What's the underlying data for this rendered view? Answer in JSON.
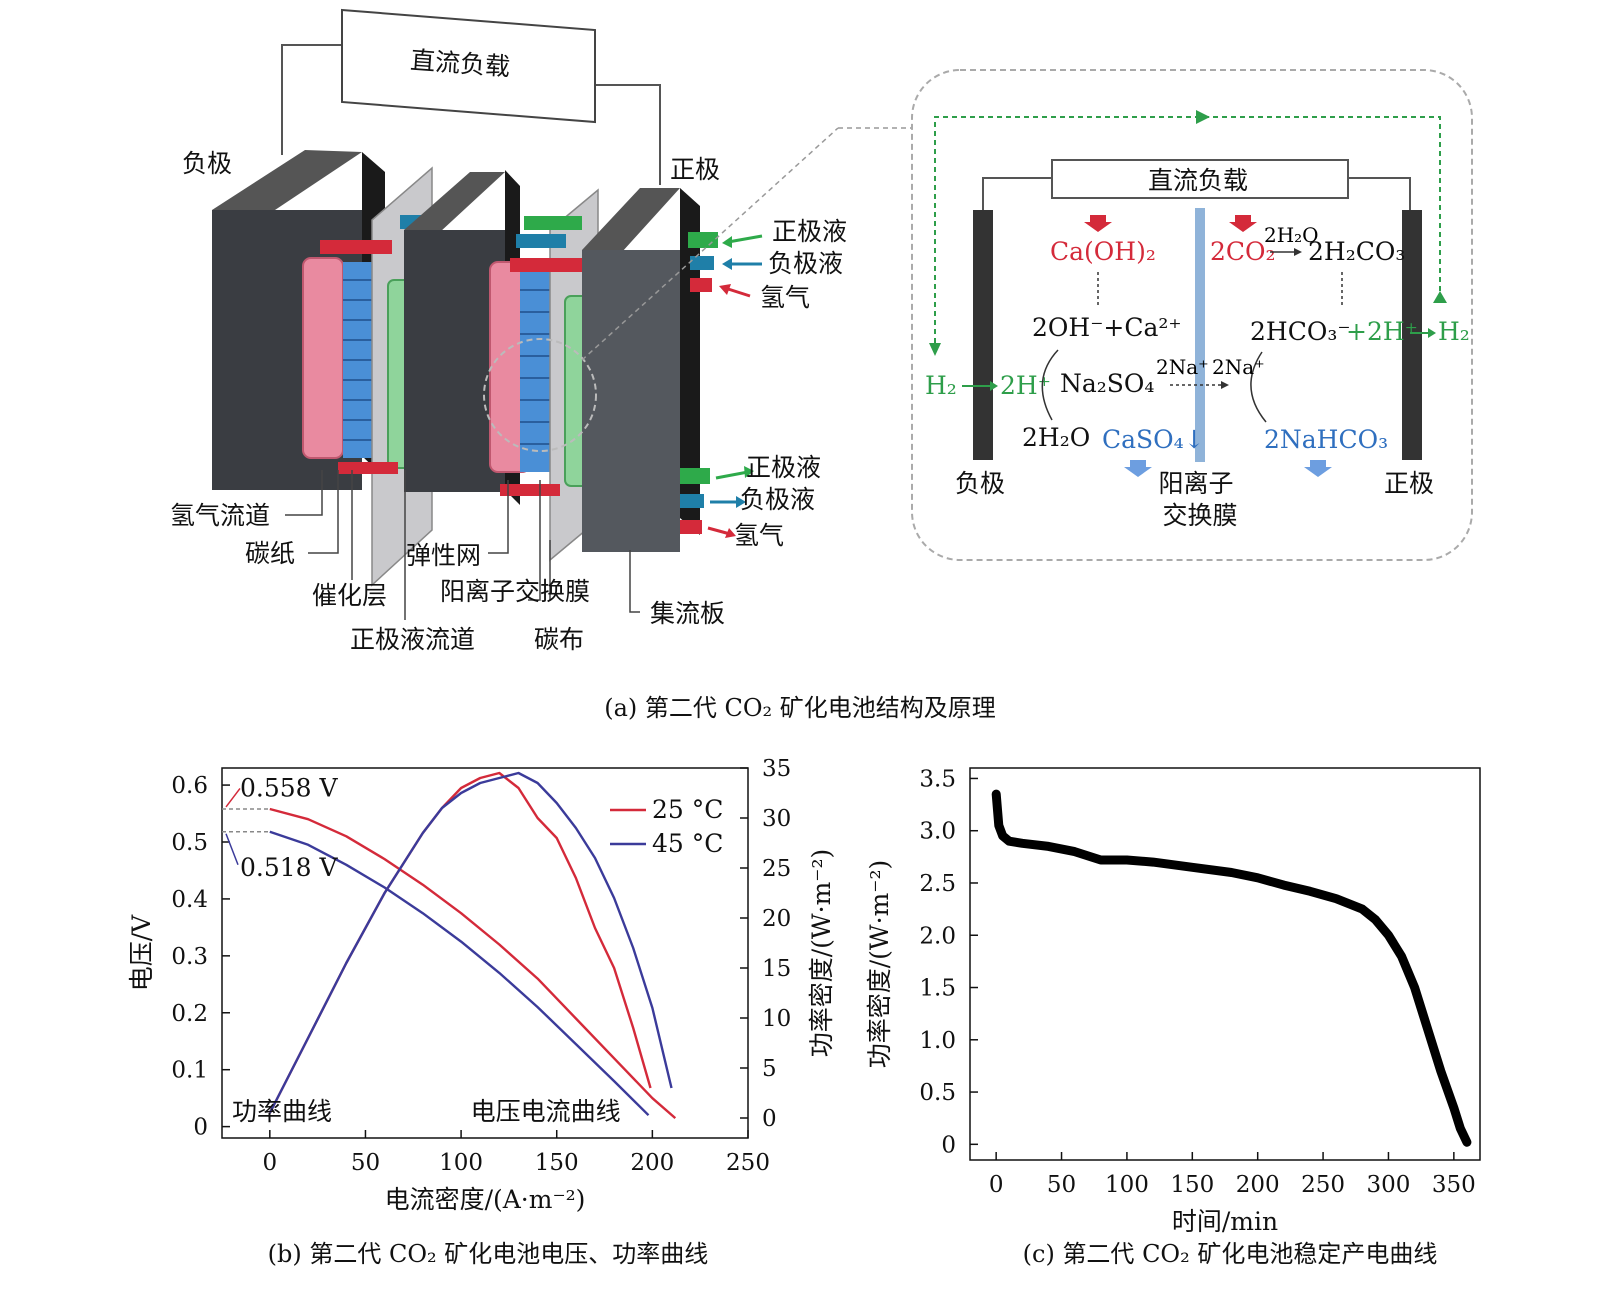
{
  "panel_a": {
    "caption": "(a) 第二代 CO₂ 矿化电池结构及原理",
    "left": {
      "dc_load": "直流负载",
      "anode": "负极",
      "cathode": "正极",
      "right_labels_top": [
        "正极液",
        "负极液",
        "氢气"
      ],
      "right_labels_bottom": [
        "正极液",
        "负极液",
        "氢气"
      ],
      "component_labels": [
        "氢气流道",
        "碳纸",
        "催化层",
        "正极液流道",
        "弹性网",
        "阳离子交换膜",
        "碳布",
        "集流板"
      ]
    },
    "right": {
      "dc_load": "直流负载",
      "anode": "负极",
      "cathode": "正极",
      "membrane": "阳离子交换膜",
      "ca_oh2": "Ca(OH)₂",
      "co2": "2CO₂",
      "water_over_arrow": "2H₂O",
      "h2co3": "2H₂CO₃",
      "oh_ca": "2OH⁻+Ca²⁺",
      "hco3": "2HCO₃⁻",
      "h_plus_right": "+2H⁺",
      "h2_right": "H₂",
      "h2_left": "H₂",
      "h_plus_left": "2H⁺",
      "na2so4": "Na₂SO₄",
      "na_left": "2Na⁺",
      "na_right": "2Na⁺",
      "water_out": "2H₂O",
      "caso4": "CaSO₄↓",
      "nahco3": "2NaHCO₃"
    },
    "colors": {
      "red": "#d42a3a",
      "green": "#2e9e4a",
      "blue": "#2f6fbf",
      "membrane": "#8fb3d9",
      "dark": "#333333"
    }
  },
  "panel_b": {
    "caption": "(b) 第二代 CO₂ 矿化电池电压、功率曲线",
    "annotations": {
      "v25": "0.558 V",
      "v45": "0.518 V",
      "power_curve": "功率曲线",
      "vi_curve": "电压电流曲线"
    },
    "chart_data": {
      "type": "line",
      "xlabel": "电流密度/(A·m⁻²)",
      "ylabel": "电压/V",
      "y2label": "功率密度/(W·m⁻²)",
      "xlim": [
        -25,
        250
      ],
      "ylim": [
        -0.02,
        0.63
      ],
      "y2lim": [
        -2,
        35
      ],
      "xticks": [
        0,
        50,
        100,
        150,
        200,
        250
      ],
      "yticks": [
        0,
        0.1,
        0.2,
        0.3,
        0.4,
        0.5,
        0.6
      ],
      "yticklabels": [
        "0",
        "0.1",
        "0.2",
        "0.3",
        "0.4",
        "0.5",
        "0.6"
      ],
      "y2ticks": [
        0,
        5,
        10,
        15,
        20,
        25,
        30,
        35
      ],
      "legend": "top-right",
      "series": [
        {
          "name": "25 °C",
          "color": "#d42a3a",
          "kind": "voltage",
          "x": [
            0,
            20,
            40,
            60,
            80,
            100,
            120,
            140,
            160,
            180,
            200,
            212
          ],
          "y": [
            0.558,
            0.54,
            0.51,
            0.47,
            0.425,
            0.375,
            0.32,
            0.26,
            0.19,
            0.12,
            0.05,
            0.015
          ]
        },
        {
          "name": "45 °C",
          "color": "#3b3b9a",
          "kind": "voltage",
          "x": [
            0,
            20,
            40,
            60,
            80,
            100,
            120,
            140,
            160,
            180,
            198
          ],
          "y": [
            0.518,
            0.495,
            0.46,
            0.42,
            0.375,
            0.325,
            0.27,
            0.21,
            0.145,
            0.08,
            0.02
          ]
        },
        {
          "name": "25 °C",
          "color": "#d42a3a",
          "kind": "power",
          "x": [
            0,
            20,
            40,
            60,
            80,
            90,
            100,
            110,
            120,
            130,
            140,
            150,
            160,
            170,
            180,
            190,
            199
          ],
          "y": [
            0.5,
            8,
            15.5,
            22.5,
            28.5,
            31,
            33,
            34,
            34.5,
            33,
            30,
            28,
            24,
            19,
            15,
            9,
            3
          ]
        },
        {
          "name": "45 °C",
          "color": "#3b3b9a",
          "kind": "power",
          "x": [
            0,
            20,
            40,
            60,
            80,
            90,
            100,
            110,
            120,
            130,
            140,
            150,
            160,
            170,
            180,
            190,
            200,
            210
          ],
          "y": [
            0.5,
            8,
            15.5,
            22.5,
            28.5,
            31,
            32.5,
            33.5,
            34,
            34.5,
            33.5,
            31.5,
            29,
            26,
            22,
            17,
            11,
            3
          ]
        }
      ]
    }
  },
  "panel_c": {
    "caption": "(c) 第二代 CO₂ 矿化电池稳定产电曲线",
    "chart_data": {
      "type": "line",
      "xlabel": "时间/min",
      "ylabel": "功率密度/(W·m⁻²)",
      "xlim": [
        -20,
        370
      ],
      "ylim": [
        -0.15,
        3.6
      ],
      "xticks": [
        0,
        50,
        100,
        150,
        200,
        250,
        300,
        350
      ],
      "yticks": [
        0,
        0.5,
        1.0,
        1.5,
        2.0,
        2.5,
        3.0,
        3.5
      ],
      "yticklabels": [
        "0",
        "0.5",
        "1.0",
        "1.5",
        "2.0",
        "2.5",
        "3.0",
        "3.5"
      ],
      "series": [
        {
          "color": "#000000",
          "x": [
            0,
            2,
            5,
            10,
            20,
            40,
            60,
            80,
            100,
            120,
            150,
            180,
            200,
            220,
            240,
            260,
            280,
            290,
            300,
            310,
            320,
            330,
            340,
            350,
            355,
            360
          ],
          "y": [
            3.35,
            3.05,
            2.95,
            2.9,
            2.88,
            2.85,
            2.8,
            2.72,
            2.72,
            2.7,
            2.65,
            2.6,
            2.55,
            2.48,
            2.42,
            2.35,
            2.25,
            2.15,
            2.0,
            1.8,
            1.5,
            1.1,
            0.7,
            0.35,
            0.15,
            0.02
          ]
        }
      ]
    }
  }
}
